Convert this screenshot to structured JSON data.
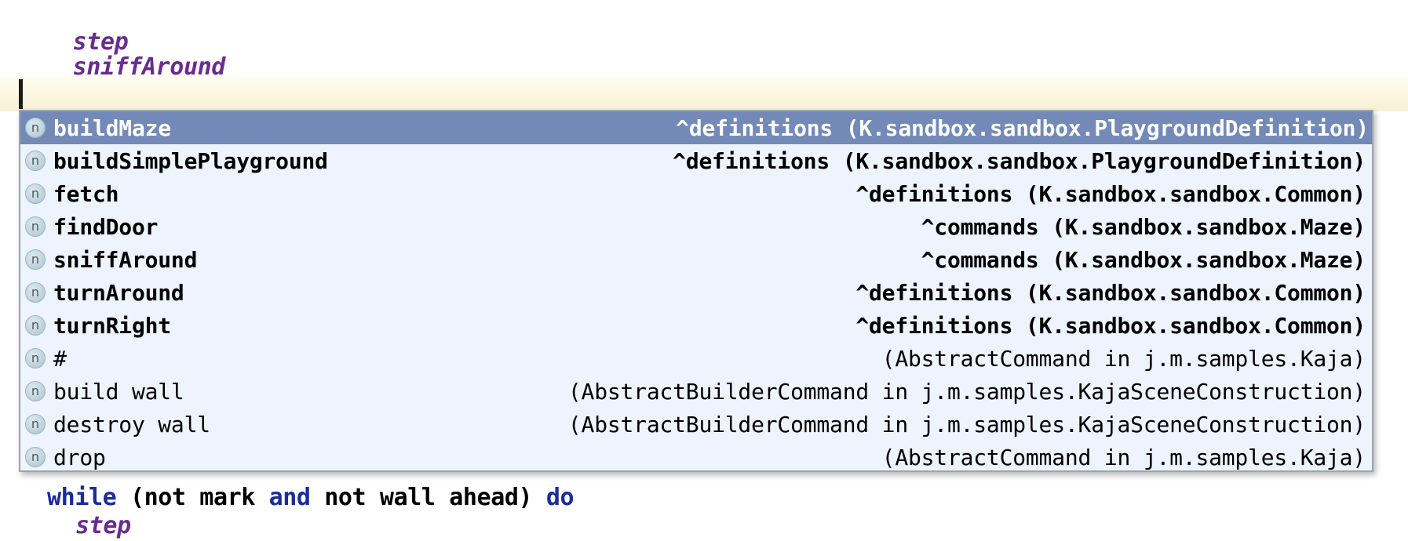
{
  "editor": {
    "code_above": [
      {
        "text": "step",
        "style": "definition"
      },
      {
        "text": "sniffAround",
        "style": "definition"
      }
    ],
    "code_below": {
      "while_line": [
        {
          "text": "while ",
          "style": "keyword"
        },
        {
          "text": "(not mark ",
          "style": "plain"
        },
        {
          "text": "and ",
          "style": "keyword"
        },
        {
          "text": "not wall ahead) ",
          "style": "plain"
        },
        {
          "text": "do",
          "style": "keyword"
        }
      ],
      "body_line": [
        {
          "text": "step",
          "style": "definition"
        }
      ]
    },
    "caret_visible": true
  },
  "completion_popup": {
    "selected_index": 0,
    "icon_glyph": "n",
    "icon_name": "node-icon",
    "colors": {
      "selection": "#7389b8",
      "background": "#eef4fd",
      "border": "#9aa4ae",
      "current_line": "#fcf6e0",
      "definition_text": "#6a2c8f",
      "keyword_text": "#1a2c9c"
    },
    "items": [
      {
        "label": "buildMaze",
        "tail": "^definitions (K.sandbox.sandbox.PlaygroundDefinition)",
        "bold": true,
        "selected": true
      },
      {
        "label": "buildSimplePlayground",
        "tail": "^definitions (K.sandbox.sandbox.PlaygroundDefinition)",
        "bold": true,
        "selected": false
      },
      {
        "label": "fetch",
        "tail": "^definitions (K.sandbox.sandbox.Common)",
        "bold": true,
        "selected": false
      },
      {
        "label": "findDoor",
        "tail": "^commands (K.sandbox.sandbox.Maze)",
        "bold": true,
        "selected": false
      },
      {
        "label": "sniffAround",
        "tail": "^commands (K.sandbox.sandbox.Maze)",
        "bold": true,
        "selected": false
      },
      {
        "label": "turnAround",
        "tail": "^definitions (K.sandbox.sandbox.Common)",
        "bold": true,
        "selected": false
      },
      {
        "label": "turnRight",
        "tail": "^definitions (K.sandbox.sandbox.Common)",
        "bold": true,
        "selected": false
      },
      {
        "label": "#",
        "tail": "(AbstractCommand in j.m.samples.Kaja)",
        "bold": false,
        "selected": false
      },
      {
        "label": "build wall",
        "tail": "(AbstractBuilderCommand in j.m.samples.KajaSceneConstruction)",
        "bold": false,
        "selected": false
      },
      {
        "label": "destroy wall",
        "tail": "(AbstractBuilderCommand in j.m.samples.KajaSceneConstruction)",
        "bold": false,
        "selected": false
      },
      {
        "label": "drop",
        "tail": "(AbstractCommand in j.m.samples.Kaja)",
        "bold": false,
        "selected": false
      }
    ]
  }
}
